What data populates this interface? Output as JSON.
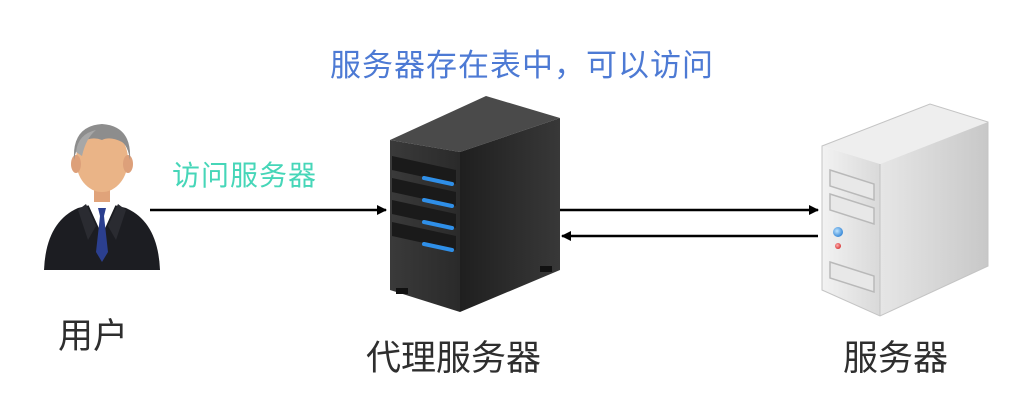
{
  "diagram": {
    "top_note": "服务器存在表中，可以访问",
    "edge_label": "访问服务器",
    "nodes": {
      "user": "用户",
      "proxy": "代理服务器",
      "server": "服务器"
    },
    "icons": {
      "user": "businessman-icon",
      "proxy": "dark-tower-server-icon",
      "server": "light-tower-server-icon"
    },
    "colors": {
      "top_note": "#4d7ad4",
      "edge_label": "#46d6b8",
      "node_label": "#2e2e2e",
      "proxy_led": "#2f8fe8"
    }
  }
}
